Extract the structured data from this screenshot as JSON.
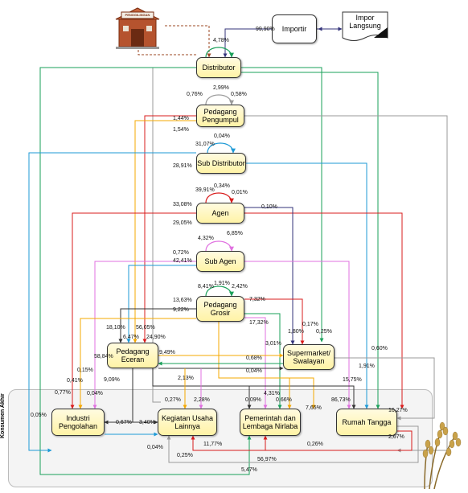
{
  "nodes": {
    "importir": "Importir",
    "impor_langsung": "Impor\nLangsung",
    "produsen_sign": "PENGGILINGAN",
    "distributor": "Distributor",
    "pedagang_pengumpul": "Pedagang\nPengumpul",
    "sub_distributor": "Sub Distributor",
    "agen": "Agen",
    "sub_agen": "Sub Agen",
    "pedagang_grosir": "Pedagang Grosir",
    "pedagang_eceran": "Pedagang Eceran",
    "supermarket": "Supermarket/\nSwalayan",
    "industri": "Industri\nPengolahan",
    "kegiatan_usaha": "Kegiatan Usaha\nLainnya",
    "pemerintah": "Pemerintah dan\nLembaga Nirlaba",
    "rumah_tangga": "Rumah Tangga"
  },
  "zone_label": "Konsumen Akhir",
  "labels": {
    "l_4_78": "4,78%",
    "l_99_90": "99,90%",
    "l_0_76": "0,76%",
    "l_2_99": "2,99%",
    "l_0_58": "0,58%",
    "l_1_44": "1,44%",
    "l_1_54": "1,54%",
    "l_0_04a": "0,04%",
    "l_31_07": "31,07%",
    "l_28_91": "28,91%",
    "l_0_34": "0,34%",
    "l_39_91": "39,91%",
    "l_0_01": "0,01%",
    "l_33_08": "33,08%",
    "l_0_10": "0,10%",
    "l_29_05": "29,05%",
    "l_4_32": "4,32%",
    "l_6_85": "6,85%",
    "l_0_72": "0,72%",
    "l_42_41": "42,41%",
    "l_1_91a": "1,91%",
    "l_8_41": "8,41%",
    "l_2_42": "2,42%",
    "l_13_63": "13,63%",
    "l_7_32": "7,32%",
    "l_9_22": "9,22%",
    "l_0_17": "0,17%",
    "l_17_32": "17,32%",
    "l_18_10": "18,10%",
    "l_56_05": "56,05%",
    "l_6_47": "6,47%",
    "l_24_90": "24,90%",
    "l_1_80": "1,80%",
    "l_0_25a": "0,25%",
    "l_0_60": "0,60%",
    "l_58_84": "58,84%",
    "l_9_49": "9,49%",
    "l_3_01": "3,01%",
    "l_0_68": "0,68%",
    "l_9_09": "9,09%",
    "l_0_04b": "0,04%",
    "l_1_91b": "1,91%",
    "l_0_15": "0,15%",
    "l_2_13": "2,13%",
    "l_15_75": "15,75%",
    "l_0_41": "0,41%",
    "l_0_77": "0,77%",
    "l_0_04c": "0,04%",
    "l_0_27": "0,27%",
    "l_2_28": "2,28%",
    "l_4_31": "4,31%",
    "l_0_09": "0,09%",
    "l_0_66": "0,66%",
    "l_86_73": "86,73%",
    "l_0_05": "0,05%",
    "l_7_65": "7,65%",
    "l_16_27": "16,27%",
    "l_0_67": "0,67%",
    "l_3_40": "3,40%",
    "l_0_04d": "0,04%",
    "l_11_77": "11,77%",
    "l_0_26": "0,26%",
    "l_2_67": "2,67%",
    "l_0_25b": "0,25%",
    "l_56_97": "56,97%",
    "l_5_47": "5,47%"
  },
  "colors": {
    "navy": "#33337a",
    "gray": "#9a9a9a",
    "red": "#d91c1c",
    "orange": "#f5a800",
    "blue": "#1e9ad6",
    "green": "#1aa05a",
    "pink": "#e070e0",
    "dark": "#333333",
    "brick": "#b5532e",
    "dashed": "#9c4a25"
  }
}
